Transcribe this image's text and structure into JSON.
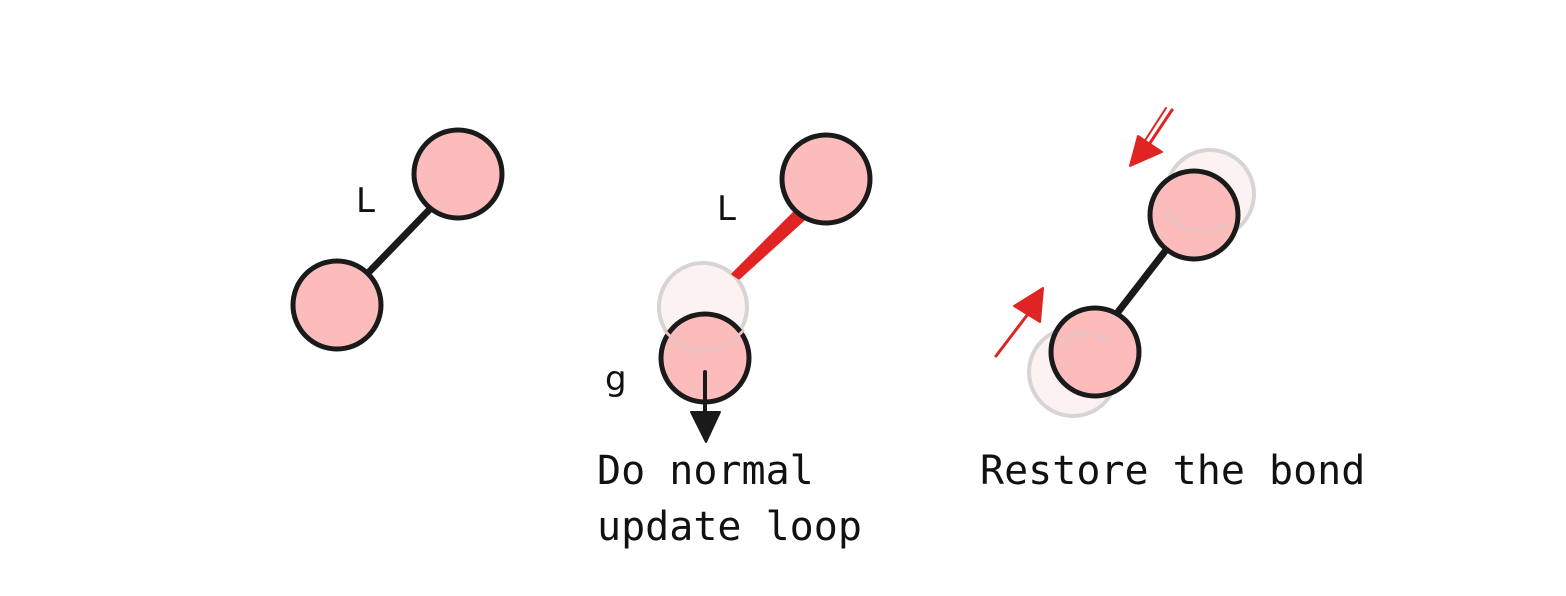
{
  "colors": {
    "ball_fill": "#fdbcbc",
    "ball_stroke": "#1a1a1a",
    "ghost_fill": "#fdf2f2",
    "ghost_stroke": "#d9d4d4",
    "bond_black": "#1a1a1a",
    "bond_red": "#e02424",
    "arrow_red": "#e02424",
    "gravity_arrow": "#1a1a1a"
  },
  "panels": [
    {
      "name": "initial-state",
      "bond_label": "L",
      "bond_color": "black"
    },
    {
      "name": "update-step",
      "bond_label": "L",
      "bond_color": "red",
      "gravity_label": "g",
      "caption_lines": [
        "Do normal",
        "update loop"
      ]
    },
    {
      "name": "restore-step",
      "bond_color": "black",
      "caption_lines": [
        "Restore the bond"
      ]
    }
  ]
}
